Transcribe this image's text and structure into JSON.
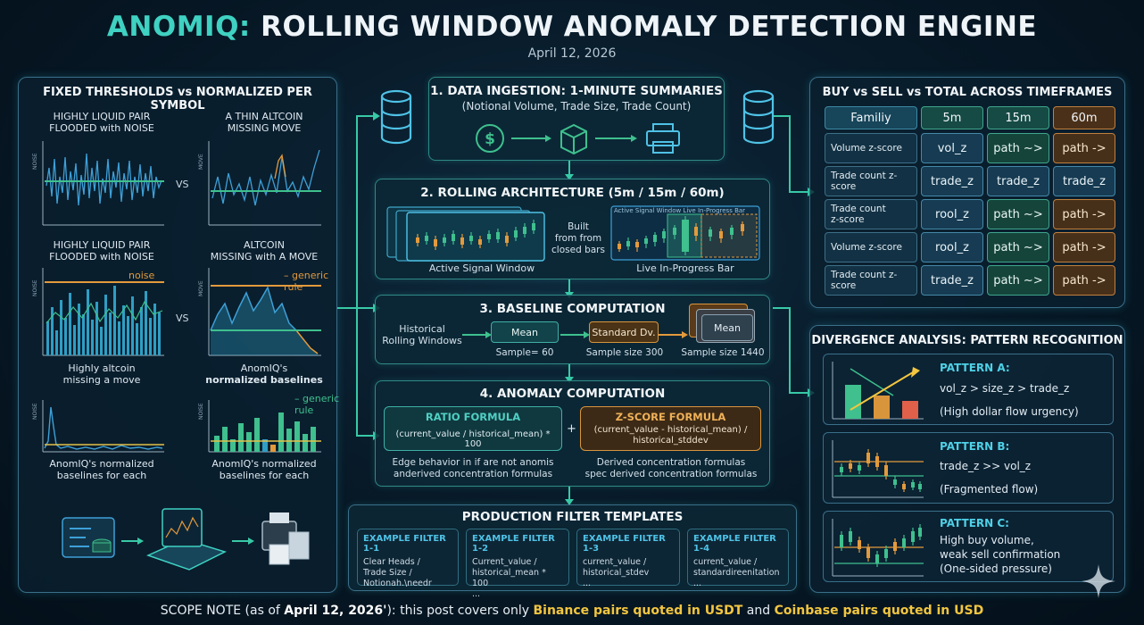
{
  "header": {
    "title_accent": "ANOMIQ:",
    "title_rest": " ROLLING WINDOW ANOMALY DETECTION ENGINE",
    "date": "April 12, 2026"
  },
  "left": {
    "title": "FIXED THRESHOLDS vs NORMALIZED PER SYMBOL",
    "c1_caption": "HIGHLY LIQUID PAIR\nFLOODED with NOISE",
    "c2_caption": "A THIN ALTCOIN\nMISSING MOVE",
    "c3_caption": "HIGHLY LIQUID PAIR\nFLOODED with NOISE",
    "c4_caption": "ALTCOIN\nMISSING with A MOVE",
    "c3_noise": "noise",
    "c4_rule": "– generic\nrule",
    "c3_below": "Highly altcoin\nmissing a move",
    "c4_below_1": "AnomIQ's",
    "c4_below_2": "normalized baselines",
    "c6_rule": "– generic\nrule",
    "c5_below": "AnomIQ's normalized\nbaselines for each",
    "c6_below": "AnomIQ's normalized\nbaselines for each",
    "vs": "VS",
    "ylabel_noise": "NOISE",
    "ylabel_move": "MOVE"
  },
  "ingestion": {
    "title": "1. DATA INGESTION: 1-MINUTE SUMMARIES",
    "subtitle": "(Notional Volume, Trade Size, Trade Count)"
  },
  "rolling": {
    "title": "2. ROLLING ARCHITECTURE (5m / 15m / 60m)",
    "built": "Built\nfrom from\nclosed bars",
    "active": "Active Signal Window",
    "live": "Live In-Progress Bar",
    "live_overlay": "Active Signal Window  Live In-Progress Bar"
  },
  "baseline": {
    "title": "3. BASELINE COMPUTATION",
    "hist": "Historical\nRolling Windows",
    "mean": "Mean",
    "std": "Standard Dv.",
    "mean2": "Mean",
    "s1": "Sample= 60",
    "s2": "Sample size 300",
    "s3": "Sample size 1440"
  },
  "anomaly": {
    "title": "4. ANOMALY COMPUTATION",
    "ratio_title": "RATIO FORMULA",
    "ratio_formula": "(current_value / historical_mean) * 100",
    "plus": "+",
    "z_title": "Z-SCORE FORMULA",
    "z_formula": "(current_value - historical_mean) /\nhistorical_stddev",
    "left_note": "Edge behavior in if are not anomis\nanderived concentration formulas",
    "right_note": "Derived concentration formulas\nspec derived concentration formulas"
  },
  "filters": {
    "title": "PRODUCTION FILTER TEMPLATES",
    "items": [
      {
        "title": "EXAMPLE FILTER 1-1",
        "lines": "Clear Heads /\nTrade Size /\nNotionah.\\needr"
      },
      {
        "title": "EXAMPLE FILTER 1-2",
        "lines": "Current_value /\nhistorical_mean * 100\n..."
      },
      {
        "title": "EXAMPLE FILTER 1-3",
        "lines": "current_value /\nhistorical_stdev\n..."
      },
      {
        "title": "EXAMPLE FILTER 1-4",
        "lines": "current_value /\nstandardireenitation\n..."
      }
    ]
  },
  "table": {
    "title": "BUY vs SELL vs TOTAL ACROSS TIMEFRAMES",
    "headers": [
      "Familiy",
      "5m",
      "15m",
      "60m"
    ],
    "rows": [
      {
        "label": "Volume z-score",
        "c5": "vol_z",
        "c15": "path ~>",
        "c60": "path ->"
      },
      {
        "label": "Trade count z-score",
        "c5": "trade_z",
        "c15": "trade_z",
        "c60": "trade_z"
      },
      {
        "label": "Trade count\nz-score",
        "c5": "rool_z",
        "c15": "path ~>",
        "c60": "path ->"
      },
      {
        "label": "Volume z-score",
        "c5": "rool_z",
        "c15": "path ~>",
        "c60": "path ->"
      },
      {
        "label": "Trade count z-score",
        "c5": "trade_z",
        "c15": "path ~>",
        "c60": "path ->"
      }
    ]
  },
  "divergence": {
    "title": "DIVERGENCE ANALYSIS: PATTERN RECOGNITION",
    "a_title": "PATTERN A:",
    "a_line1": "vol_z > size_z > trade_z",
    "a_line2": "(High dollar flow urgency)",
    "b_title": "PATTERN B:",
    "b_line1": "trade_z >> vol_z",
    "b_line2": "(Fragmented flow)",
    "c_title": "PATTERN C:",
    "c_line1": "High buy volume,",
    "c_line2": "weak sell confirmation",
    "c_line3": "(One-sided pressure)"
  },
  "scope": {
    "prefix": "SCOPE NOTE (as of ",
    "date": "April 12, 2026'",
    "mid": "): this post covers only ",
    "binance": "Binance pairs quoted in USDT",
    "and": " and ",
    "coinbase": "Coinbase pairs quoted in USD"
  },
  "colors": {
    "accent": "#3fd1c2",
    "orange": "#e39a3c",
    "yellow": "#f3c640",
    "blue": "#3ea0d8",
    "green": "#3fc08e"
  }
}
